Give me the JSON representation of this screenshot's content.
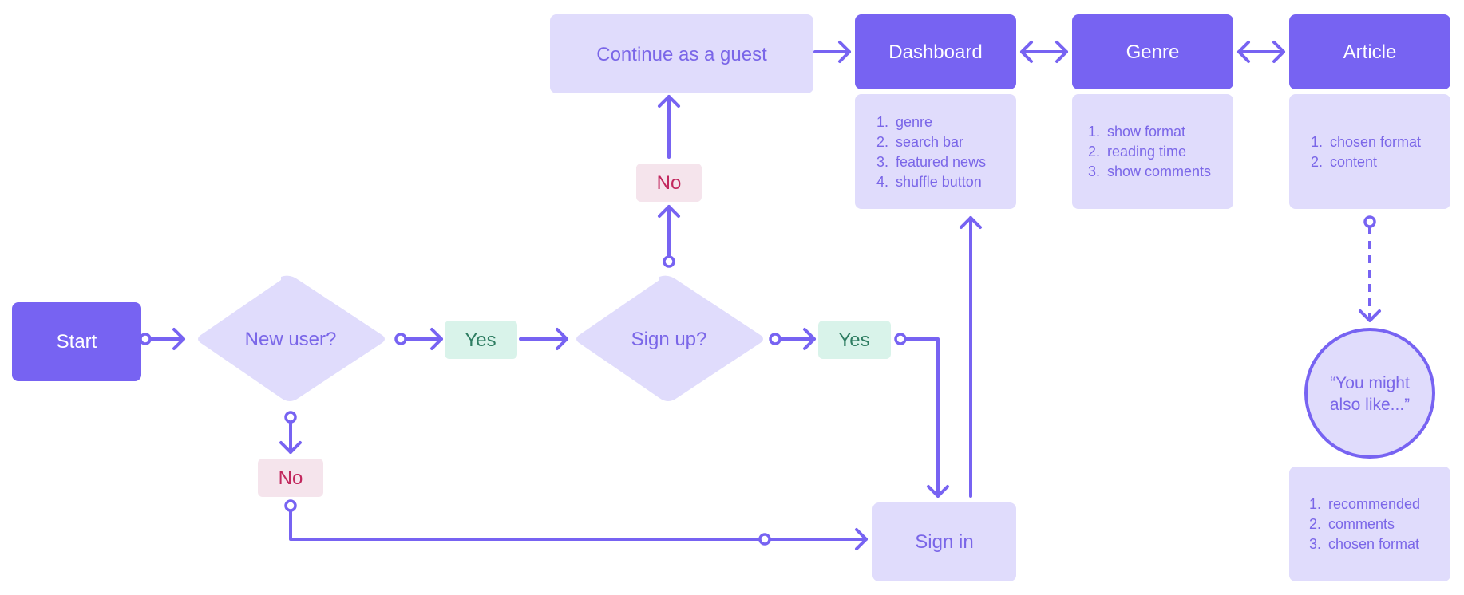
{
  "colors": {
    "primary": "#7763f2",
    "light": "#e0dcfc",
    "text_light": "#7a66e8",
    "yes_bg": "#d9f3ea",
    "yes_text": "#2e7d62",
    "no_bg": "#f5e4ec",
    "no_text": "#c2285e",
    "white": "#ffffff"
  },
  "nodes": {
    "start": "Start",
    "new_user": "New user?",
    "sign_up": "Sign up?",
    "guest": "Continue as a guest",
    "dashboard": "Dashboard",
    "genre": "Genre",
    "article": "Article",
    "sign_in": "Sign in",
    "recommend_line1": "“You might",
    "recommend_line2": "also like...”"
  },
  "labels": {
    "yes_1": "Yes",
    "yes_2": "Yes",
    "no_1": "No",
    "no_2": "No"
  },
  "lists": {
    "dashboard": [
      "genre",
      "search bar",
      "featured news",
      "shuffle button"
    ],
    "genre": [
      "show format",
      "reading time",
      "show comments"
    ],
    "article": [
      "chosen format",
      "content"
    ],
    "recommend": [
      "recommended",
      "comments",
      "chosen format"
    ]
  }
}
